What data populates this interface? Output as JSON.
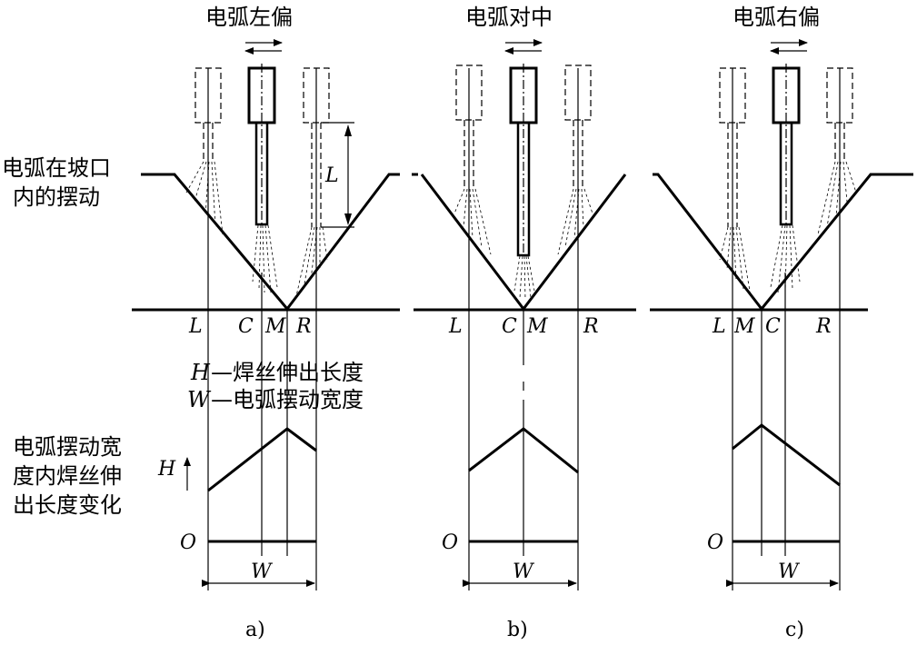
{
  "left_labels": {
    "swing_line1": "电弧在坡口",
    "swing_line2": "内的摆动",
    "change_line1": "电弧摆动宽",
    "change_line2": "度内焊丝伸",
    "change_line3": "出长度变化"
  },
  "legend": {
    "h_symbol": "H",
    "h_text": "—焊丝伸出长度",
    "w_symbol": "W",
    "w_text": "—电弧摆动宽度"
  },
  "dimension_L": "L",
  "graph_axis": {
    "h": "H",
    "origin": "O"
  },
  "panels": [
    {
      "title": "电弧左偏",
      "caption": "a)",
      "bottom_labels": [
        "L",
        "C",
        "M",
        "R"
      ],
      "width_label": "W"
    },
    {
      "title": "电弧对中",
      "caption": "b)",
      "bottom_labels": [
        "L",
        "C",
        "M",
        "R"
      ],
      "width_label": "W"
    },
    {
      "title": "电弧右偏",
      "caption": "c)",
      "bottom_labels": [
        "L",
        "M",
        "C",
        "R"
      ],
      "width_label": "W"
    }
  ]
}
